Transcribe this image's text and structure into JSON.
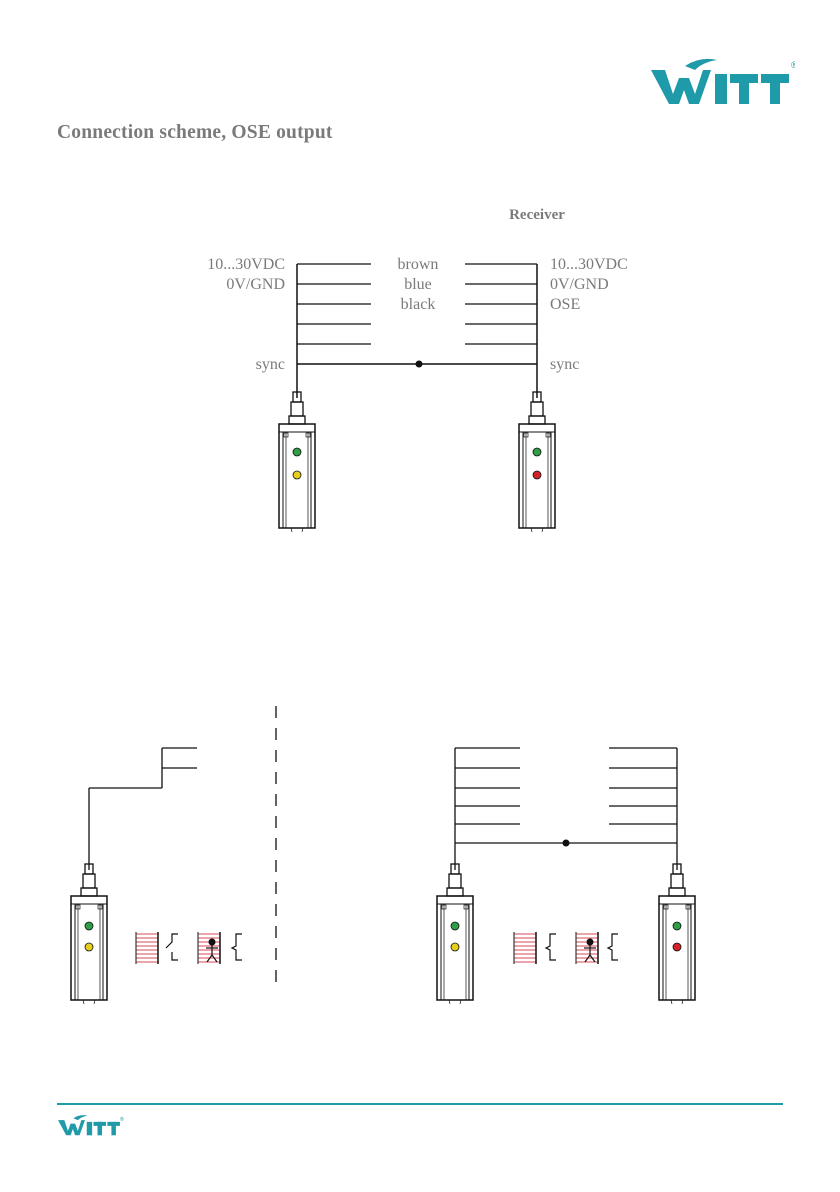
{
  "page": {
    "title": "Connection scheme, OSE output"
  },
  "brand": {
    "name": "WITT",
    "registered": "®",
    "color": "#1f9aa8"
  },
  "top_diagram": {
    "receiver_heading": "Receiver",
    "emitter_labels": [
      "10...30VDC",
      "0V/GND",
      "sync"
    ],
    "wire_colors": [
      "brown",
      "blue",
      "black"
    ],
    "receiver_labels": [
      "10...30VDC",
      "0V/GND",
      "OSE",
      "sync"
    ]
  },
  "colors": {
    "led_green": "#2e9e47",
    "led_yellow": "#e6cf1a",
    "led_red": "#d3202a",
    "beam_red": "#d84a5a"
  }
}
